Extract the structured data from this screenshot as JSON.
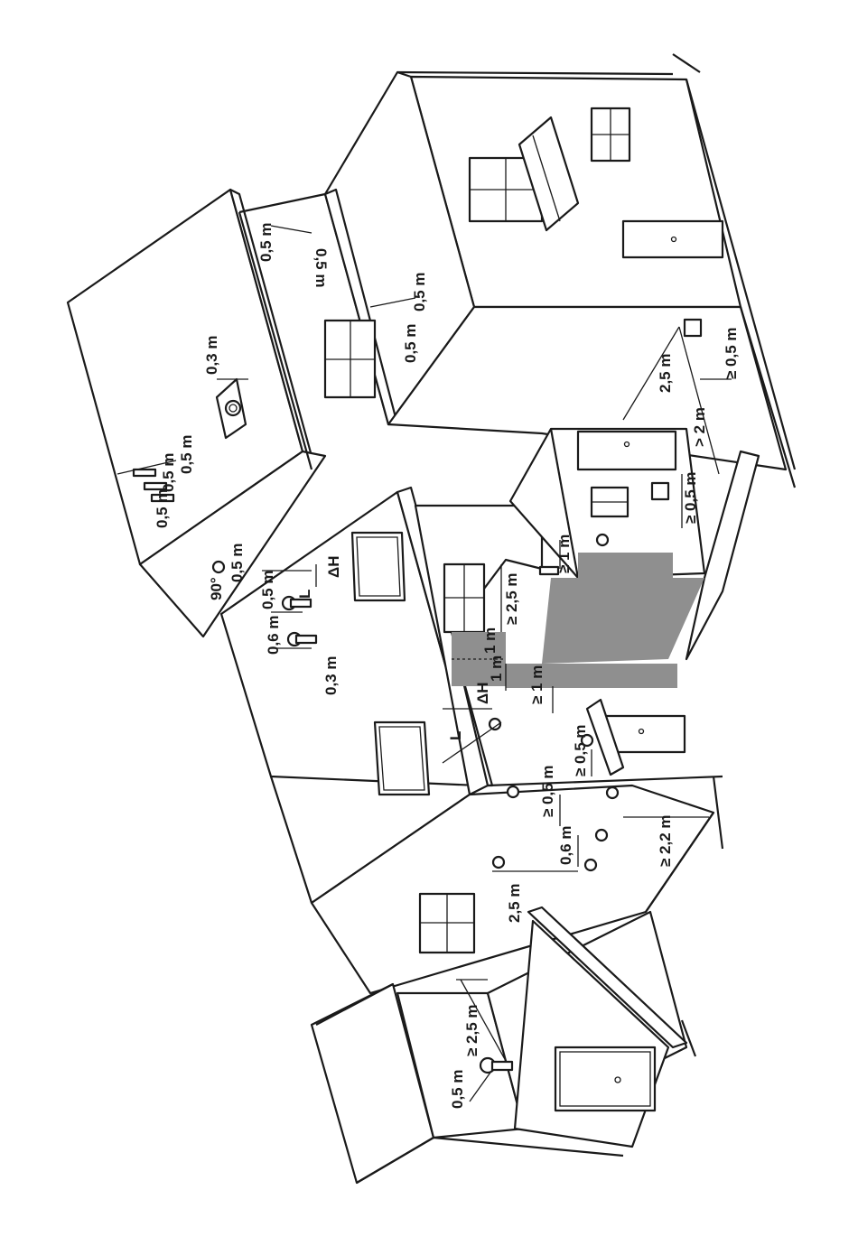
{
  "colors": {
    "line": "#1a1a1a",
    "shaded_zone": "#8f8f8f",
    "background": "#ffffff"
  },
  "labels": {
    "roof_vent_spacing": "0,3 m",
    "roof_pipe_a": "0,5 m",
    "roof_pipe_b": "0,5 m",
    "roof_pipe_c": "0,5 m",
    "top_wall_a": "0,5 m",
    "top_wall_b": "0,5 m",
    "top_wall_c": "0,5 m",
    "top_wall_d": "0,5 m",
    "right_gap_a": "2,5 m",
    "right_gap_b": "≥ 0,5 m",
    "right_gap_c": "> 2 m",
    "right_gap_d": "≥ 0,5 m",
    "angle": "90°",
    "mid_a": "0,5 m",
    "mid_b": "0,5 m",
    "mid_c": "0,6 m",
    "mid_d": "0,3 m",
    "delta_h_top": "ΔH",
    "l_top": "L",
    "delta_h_bottom": "ΔH",
    "l_bottom": "L",
    "court_a": "≥ 2,5 m",
    "court_b": "≥ 1 m",
    "court_c": "1 m",
    "court_d": "1 m",
    "court_e": "≥ 1 m",
    "lower_a": "≥ 0,5 m",
    "lower_b": "≥ 0,5 m",
    "lower_c": "0,6 m",
    "lower_d": "≥ 2,2 m",
    "lower_e": "2,5 m",
    "bottom_a": "0,5 m",
    "bottom_b": "≥ 2,5 m"
  }
}
